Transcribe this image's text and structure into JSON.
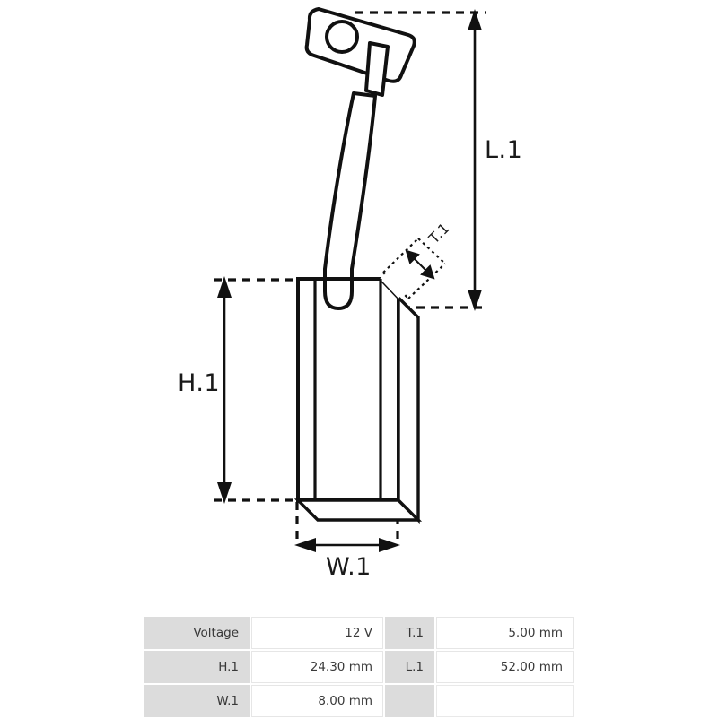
{
  "drawing": {
    "title": "carbon-brush-technical-drawing",
    "dimension_labels": {
      "length": "L.1",
      "height": "H.1",
      "width": "W.1",
      "thickness": "T.1"
    },
    "line_color": "#111111",
    "background_color": "#ffffff"
  },
  "spec_table": {
    "header_fill": "#dcdcdc",
    "rows": [
      {
        "label_a": "Voltage",
        "value_a": "12 V",
        "label_b": "T.1",
        "value_b": "5.00 mm"
      },
      {
        "label_a": "H.1",
        "value_a": "24.30 mm",
        "label_b": "L.1",
        "value_b": "52.00 mm"
      },
      {
        "label_a": "W.1",
        "value_a": "8.00 mm",
        "label_b": "",
        "value_b": ""
      }
    ]
  }
}
